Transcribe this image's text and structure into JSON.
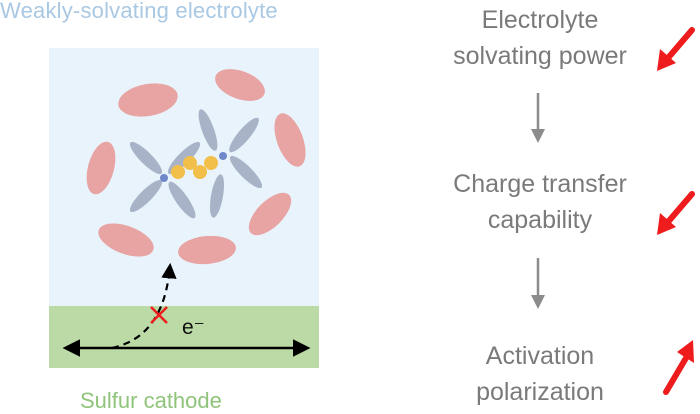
{
  "panel_title": "Weakly-solvating electrolyte",
  "electrode_label": "Sulfur cathode",
  "electron_label": "e⁻",
  "flow_steps": [
    {
      "line1": "Electrolyte",
      "line2": "solvating power",
      "trend": "decrease"
    },
    {
      "line1": "Charge transfer",
      "line2": "capability",
      "trend": "decrease"
    },
    {
      "line1": "Activation",
      "line2": "polarization",
      "trend": "increase"
    }
  ],
  "colors": {
    "electrolyte_bg": "#e9f3fb",
    "cathode_bg": "#bcdaa6",
    "solvent_shell": "#e8a3a3",
    "anion_arms": "#a9b3c8",
    "polysulfide": "#f2c04a",
    "trend_arrow": "#ee1c1c",
    "flow_arrow": "#8c8c8c"
  }
}
